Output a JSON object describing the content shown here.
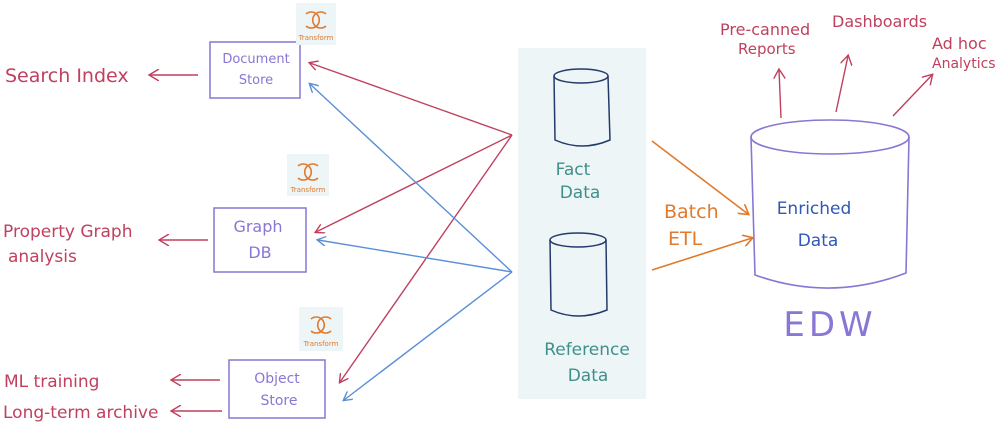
{
  "stores": {
    "document": {
      "line1": "Document",
      "line2": "Store"
    },
    "graph": {
      "line1": "Graph",
      "line2": "DB"
    },
    "object": {
      "line1": "Object",
      "line2": "Store"
    }
  },
  "transform_label": "Transform",
  "outputs": {
    "search": "Search Index",
    "graph_line1": "Property Graph",
    "graph_line2": "analysis",
    "ml": "ML training",
    "archive": "Long-term archive"
  },
  "source": {
    "fact_line1": "Fact",
    "fact_line2": "Data",
    "ref_line1": "Reference",
    "ref_line2": "Data"
  },
  "batch": {
    "line1": "Batch",
    "line2": "ETL"
  },
  "edw": {
    "line1": "Enriched",
    "line2": "Data",
    "name": "EDW"
  },
  "consumers": {
    "precanned_line1": "Pre-canned",
    "precanned_line2": "Reports",
    "dashboards": "Dashboards",
    "adhoc_line1": "Ad hoc",
    "adhoc_line2": "Analytics"
  },
  "colors": {
    "red": "#c0405f",
    "purple": "#8a76d4",
    "blue": "#5b8fd6",
    "orange": "#e07a2e",
    "teal": "#3f8f8a",
    "panel": "#edf5f7"
  }
}
